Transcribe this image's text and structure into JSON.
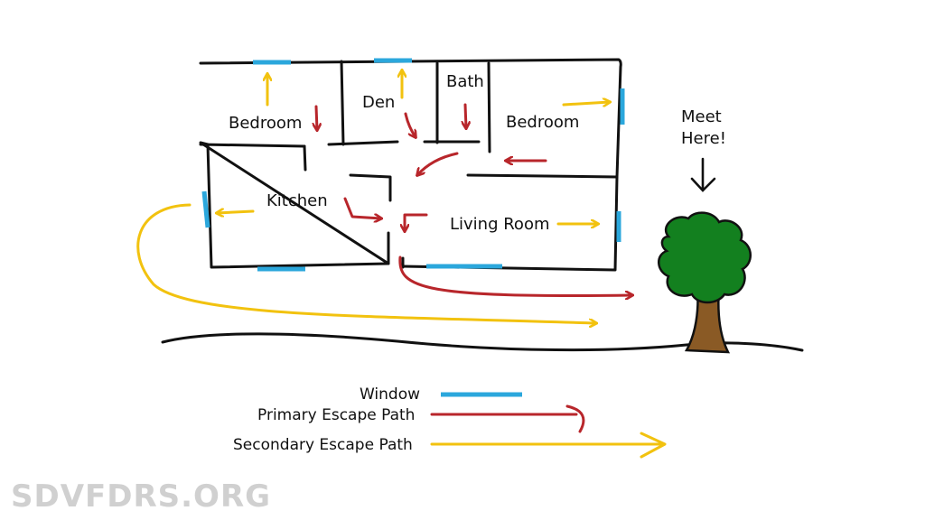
{
  "rooms": {
    "bedroom_left": "Bedroom",
    "den": "Den",
    "bath": "Bath",
    "bedroom_right": "Bedroom",
    "kitchen": "Kitchen",
    "living_room": "Living Room"
  },
  "meet_point": {
    "line1": "Meet",
    "line2": "Here!"
  },
  "legend": {
    "window": "Window",
    "primary": "Primary Escape Path",
    "secondary": "Secondary Escape Path"
  },
  "colors": {
    "window": "#2ba7dc",
    "primary": "#b8262b",
    "secondary": "#f2c20f",
    "wall": "#111111",
    "tree_foliage": "#13801f",
    "tree_trunk": "#8a5a25"
  },
  "icons": {
    "tree": "tree-icon",
    "down_arrow": "down-arrow-icon"
  },
  "brand": "SDVFDRS.ORG"
}
